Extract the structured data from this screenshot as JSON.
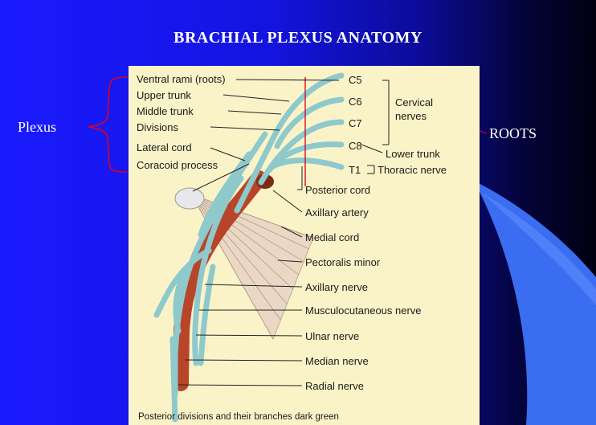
{
  "slide": {
    "title": "BRACHIAL PLEXUS ANATOMY",
    "left_label": "Plexus",
    "right_label": "ROOTS"
  },
  "diagram": {
    "left_labels": [
      "Ventral rami (roots)",
      "Upper trunk",
      "Middle trunk",
      "Divisions",
      "Lateral cord",
      "Coracoid process"
    ],
    "roots": [
      "C5",
      "C6",
      "C7",
      "C8",
      "T1"
    ],
    "cervical": [
      "Cervical",
      "nerves"
    ],
    "lower_trunk": "Lower trunk",
    "thoracic": "Thoracic nerve",
    "right_labels": [
      "Posterior cord",
      "Axillary artery",
      "Medial cord",
      "Pectoralis minor",
      "Axillary nerve",
      "Musculocutaneous nerve",
      "Ulnar nerve",
      "Median nerve",
      "Radial nerve"
    ],
    "caption": "Posterior divisions and their branches dark green"
  },
  "colors": {
    "background_left": "#1a1aff",
    "background_right": "#000010",
    "panel": "#fbf3c8",
    "nerve": "#8ec9cc",
    "artery": "#b8452a",
    "bracket": "#e0001c"
  }
}
